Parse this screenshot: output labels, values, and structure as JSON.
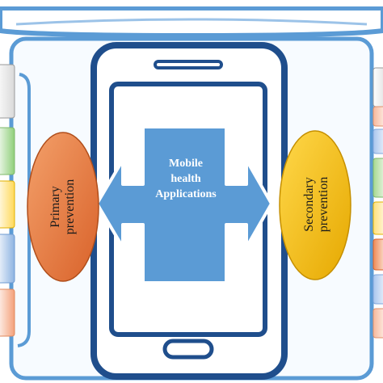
{
  "center": {
    "line1": "Mobile",
    "line2": "health",
    "line3": "Applications"
  },
  "left_oval": {
    "line1": "Primary",
    "line2": "prevention"
  },
  "right_oval": {
    "line1": "Secondary",
    "line2": "prevention"
  },
  "colors": {
    "frame_blue": "#1f4e8c",
    "light_blue": "#5b9bd5",
    "orange": "#e87a3c",
    "yellow": "#f4c20d",
    "panel_bg": "#f7fbff"
  },
  "icons": [
    "smartphone-icon",
    "double-arrow-shape",
    "home-button-icon"
  ]
}
